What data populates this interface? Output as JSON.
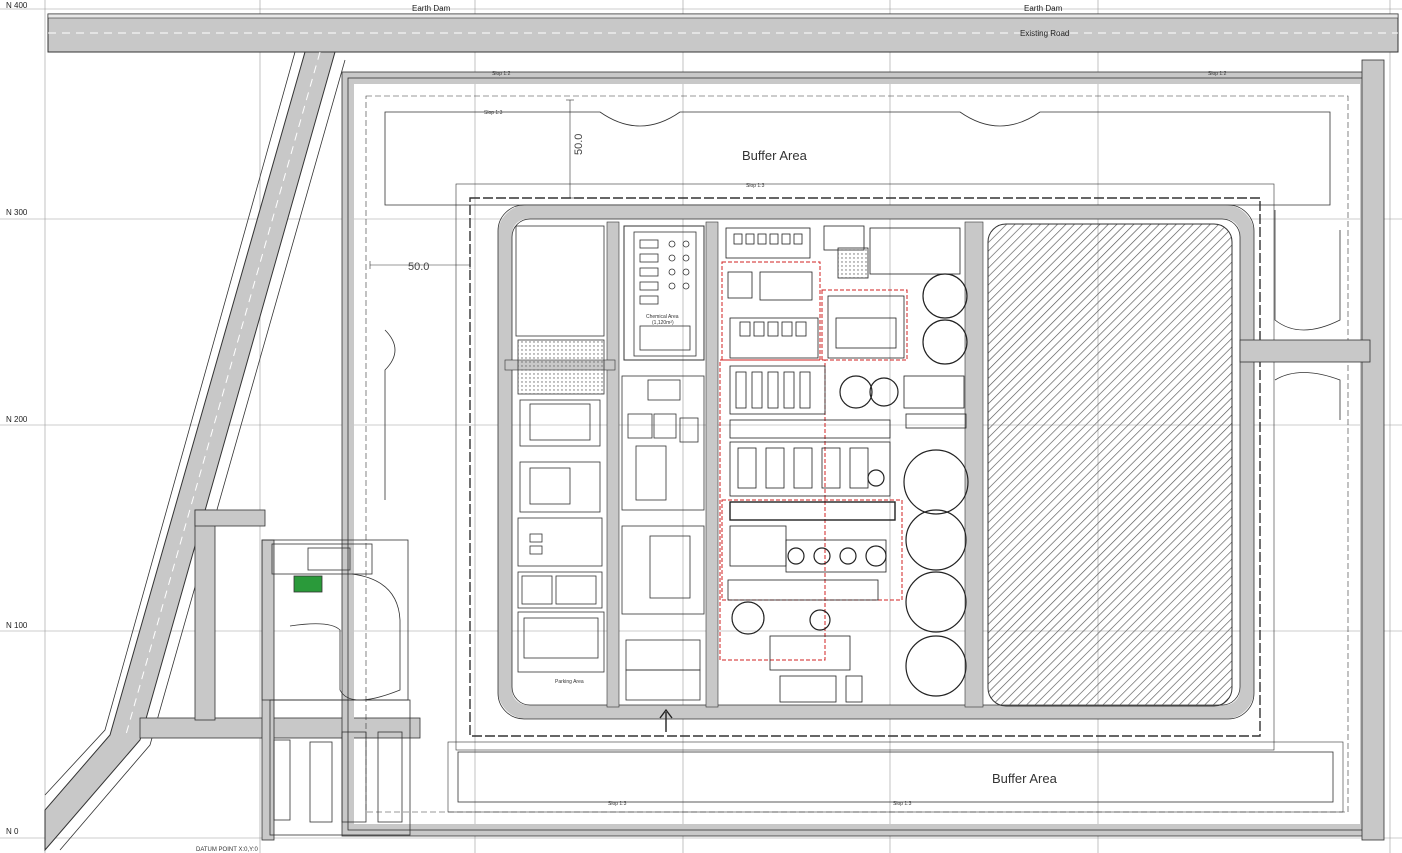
{
  "grid_labels": {
    "n400": "N 400",
    "n300": "N 300",
    "n200": "N 200",
    "n100": "N 100",
    "n0": "N 0"
  },
  "top_labels": {
    "earth_dam_left": "Earth Dam",
    "earth_dam_right": "Earth Dam",
    "existing_road": "Existing Road"
  },
  "areas": {
    "buffer_top": "Buffer Area",
    "buffer_bottom": "Buffer Area",
    "chemical_area": "Chemical Area",
    "chemical_area_size": "(1,120m²)",
    "parking_area": "Parking Area"
  },
  "dimensions": {
    "top_offset": "50.0",
    "left_offset": "50.0"
  },
  "slope_labels": {
    "slope_a": "Slop 1:2",
    "slope_b": "Slop 1:3",
    "slope_c": "Slop 1:3",
    "slope_d": "Slop 1:3",
    "slope_e": "Slop 1:3",
    "slope_f": "Slop 1:2"
  },
  "datum": "DATUM POINT X:0,Y:0",
  "colors": {
    "road": "#c8c8c8",
    "line": "#333333",
    "hatch": "#555555",
    "red_line": "#d22020",
    "green": "#2a9a3a"
  }
}
